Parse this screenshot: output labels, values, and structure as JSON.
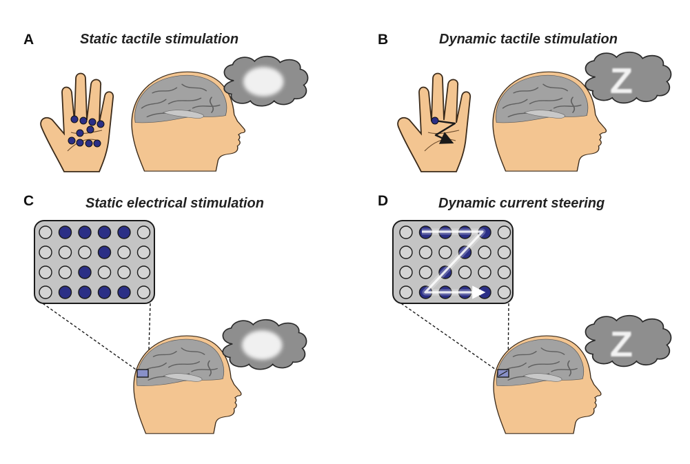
{
  "panels": [
    {
      "letter": "A",
      "title": "Static tactile stimulation"
    },
    {
      "letter": "B",
      "title": "Dynamic tactile stimulation"
    },
    {
      "letter": "C",
      "title": "Static electrical stimulation"
    },
    {
      "letter": "D",
      "title": "Dynamic current steering"
    }
  ],
  "percept_letter": "Z",
  "electrode_grid": {
    "rows": 4,
    "cols": 6,
    "static_active": [
      [
        0,
        1
      ],
      [
        0,
        2
      ],
      [
        0,
        3
      ],
      [
        0,
        4
      ],
      [
        1,
        3
      ],
      [
        2,
        2
      ],
      [
        3,
        1
      ],
      [
        3,
        2
      ],
      [
        3,
        3
      ],
      [
        3,
        4
      ]
    ],
    "dynamic_active": [
      [
        0,
        1
      ],
      [
        0,
        2
      ],
      [
        0,
        3
      ],
      [
        0,
        4
      ],
      [
        1,
        3
      ],
      [
        2,
        2
      ],
      [
        3,
        1
      ],
      [
        3,
        2
      ],
      [
        3,
        3
      ],
      [
        3,
        4
      ]
    ]
  },
  "colors": {
    "active_electrode": "#2b2f86",
    "inactive_electrode": "#d4d4d4",
    "grid_background": "#c4c4c4",
    "skin": "#f3c591",
    "cloud": "#8e8e8e",
    "brain": "#9a9a9a"
  }
}
